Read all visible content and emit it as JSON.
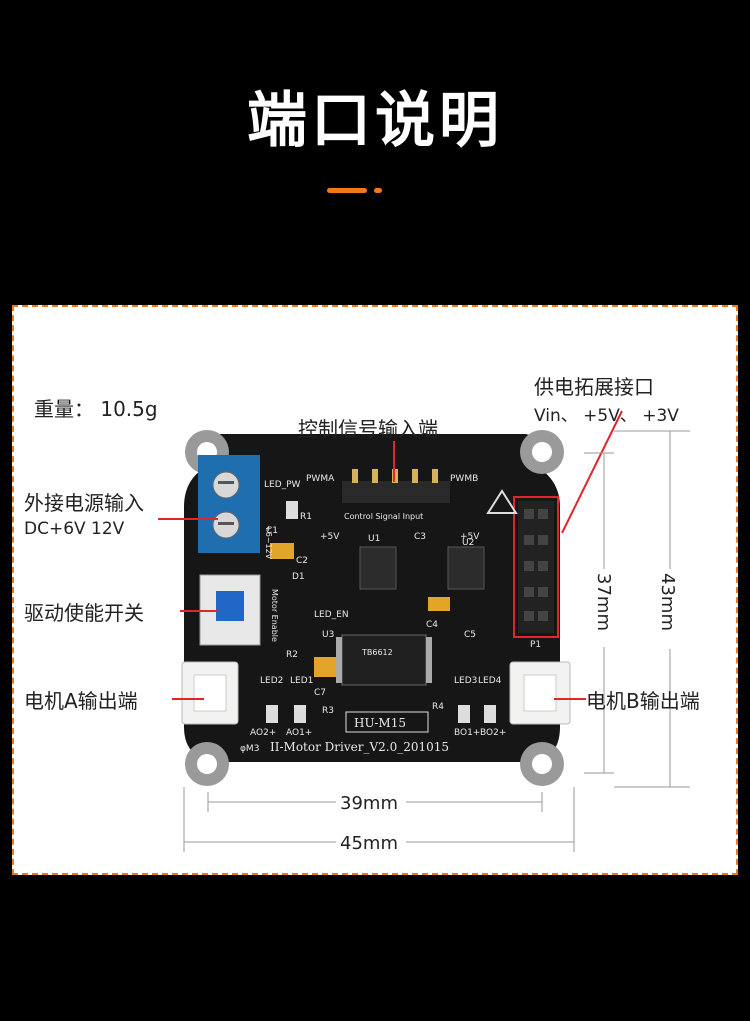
{
  "page": {
    "title": "端口说明"
  },
  "accent_color": "#f07a18",
  "labels": {
    "weight": "重量： 10.5g",
    "control_signal": "控制信号输入端",
    "power_ext_title": "供电拓展接口",
    "power_ext_pins": "Vin、 +5V、 +3V",
    "ext_power_title": "外接电源输入",
    "ext_power_range": "DC+6V  12V",
    "drive_enable": "驱动使能开关",
    "motor_a": "电机A输出端",
    "motor_b": "电机B输出端"
  },
  "dimensions": {
    "inner_width": "39mm",
    "outer_width": "45mm",
    "inner_height": "37mm",
    "outer_height": "43mm"
  },
  "silkscreen": {
    "model": "HU-M15",
    "board_name": "II-Motor Driver_V2.0_201015",
    "control_signal_input": "Control Signal Input",
    "pwm_a": "PWMA",
    "pwm_b": "PWMB",
    "plus5v": "+5V",
    "u1": "U1",
    "u2": "U2",
    "u3": "U3",
    "c1": "C1",
    "c2": "C2",
    "c3": "C3",
    "c4": "C4",
    "c5": "C5",
    "c7": "C7",
    "d1": "D1",
    "r1": "R1",
    "r2": "R2",
    "r3": "R3",
    "r4": "R4",
    "led_pw": "LED_PW",
    "led_en": "LED_EN",
    "led1": "LED1",
    "led2": "LED2",
    "led3": "LED3",
    "led4": "LED4",
    "ao1": "AO1+",
    "ao2": "AO2+",
    "bo1": "BO1+",
    "bo2": "BO2+",
    "motor_enable": "Motor Enable",
    "p1": "P1",
    "m3": "φM3",
    "power_range": "+6~12V",
    "ic": "TB6612"
  }
}
